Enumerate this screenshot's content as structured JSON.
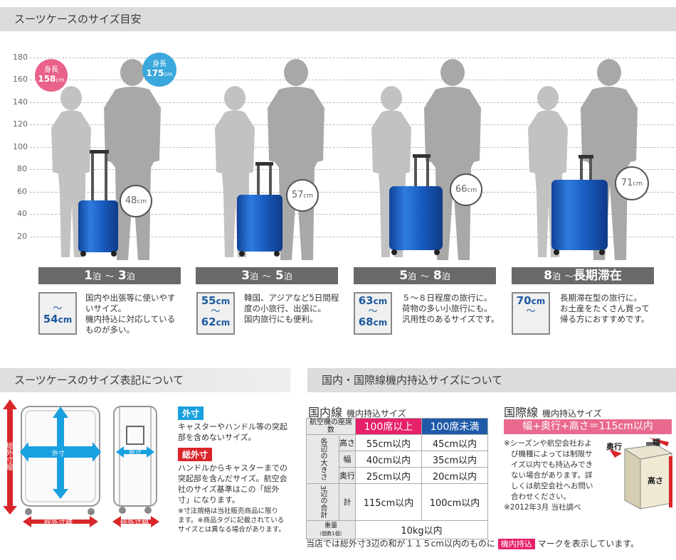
{
  "sections": {
    "guide_title": "スーツケースのサイズ目安",
    "notation_title": "スーツケースのサイズ表記について",
    "carryon_title": "国内・国際線機内持込サイズについて"
  },
  "chart": {
    "y_ticks": [
      "180",
      "160",
      "140",
      "120",
      "100",
      "80",
      "60",
      "40",
      "20"
    ],
    "height_female": {
      "label": "身長",
      "value": "158",
      "unit": "cm"
    },
    "height_male": {
      "label": "身長",
      "value": "175",
      "unit": "cm"
    },
    "suitcase_heights": [
      {
        "value": "48",
        "unit": "cm"
      },
      {
        "value": "57",
        "unit": "cm"
      },
      {
        "value": "66",
        "unit": "cm"
      },
      {
        "value": "71",
        "unit": "cm"
      }
    ]
  },
  "trips": [
    {
      "n1": "1",
      "u1": "泊",
      "sep": "〜",
      "n2": "3",
      "u2": "泊",
      "size_top": "",
      "size_tilde": "〜",
      "size_bottom": "54",
      "size_unit": "cm",
      "desc": [
        "国内や出張等に使いやす",
        "いサイズ。",
        "機内持込に対応している",
        "ものが多い。"
      ]
    },
    {
      "n1": "3",
      "u1": "泊",
      "sep": "〜",
      "n2": "5",
      "u2": "泊",
      "size_top": "55",
      "size_tilde": "〜",
      "size_bottom": "62",
      "size_unit": "cm",
      "desc": [
        "韓国、アジアなど5日間程",
        "度の小旅行、出張に。",
        "国内旅行にも便利。"
      ]
    },
    {
      "n1": "5",
      "u1": "泊",
      "sep": "〜",
      "n2": "8",
      "u2": "泊",
      "size_top": "63",
      "size_tilde": "〜",
      "size_bottom": "68",
      "size_unit": "cm",
      "desc": [
        "５～８日程度の旅行に。",
        "荷物の多い小旅行にも。",
        "汎用性のあるサイズです。"
      ]
    },
    {
      "n1": "8",
      "u1": "泊",
      "sep": "〜",
      "n2": "長期滞在",
      "u2": "",
      "size_top": "70",
      "size_tilde": "〜",
      "size_bottom": "",
      "size_unit": "cm",
      "desc": [
        "長期滞在型の旅行に。",
        "お土産をたくさん買って",
        "帰る方におすすめです。"
      ]
    }
  ],
  "notation": {
    "outer_label": "外寸",
    "outer_desc": [
      "キャスターやハンドル等の突起",
      "部を含めないサイズ。"
    ],
    "total_label": "総外寸",
    "total_desc": [
      "ハンドルからキャスターまでの",
      "突起部を含んだサイズ。航空会",
      "社のサイズ基準はこの「総外",
      "寸」になります。"
    ],
    "note": [
      "※寸法規格は当社販売商品に限り",
      "ます。※商品タグに記載されている",
      "サイズとは異なる場合があります。"
    ],
    "fig_outer": "外寸",
    "fig_total_height": "総外寸縦",
    "fig_total_width": "総外寸横",
    "fig_total_depth": "総外寸幅"
  },
  "domestic": {
    "title": "国内線",
    "subtitle": "機内持込サイズ",
    "col_head": "航空機の座席数",
    "col1": "100席以上",
    "col2": "100席未満",
    "group_label": "各辺の大きさ",
    "rows": [
      {
        "label": "高さ",
        "c1": "55cm以内",
        "c2": "45cm以内"
      },
      {
        "label": "幅",
        "c1": "40cm以内",
        "c2": "35cm以内"
      },
      {
        "label": "奥行",
        "c1": "25cm以内",
        "c2": "20cm以内"
      }
    ],
    "sum_group": "3辺の合計",
    "sum_label": "計",
    "sum1": "115cm以内",
    "sum2": "100cm以内",
    "weight_label": "重量",
    "weight_sub": "（個数1個）",
    "weight": "10kg以内"
  },
  "international": {
    "title": "国際線",
    "subtitle": "機内持込サイズ",
    "banner": "幅+奥行+高さ＝115cm以内",
    "notes": [
      "※シーズンや航空会社およ",
      "び機種によっては制限サ",
      "イズ以内でも持込みでき",
      "ない場合があります。詳",
      "しくは航空会社へお問い",
      "合わせください。"
    ],
    "date_note": "※2012年3月 当社調べ",
    "fig_depth": "奥行",
    "fig_width": "幅",
    "fig_height": "高さ"
  },
  "footer": {
    "pre": "当店では総外寸3辺の和が１１５cm以内のものに",
    "badge": "機内持込",
    "post": "マークを表示しています。"
  },
  "colors": {
    "female": "#e8628a",
    "male": "#3aa8dc",
    "suitcase": "#1f63c2",
    "red": "#d9262a",
    "blue": "#19a0e0",
    "pink": "#e6206a",
    "navy": "#1f5aa8"
  }
}
